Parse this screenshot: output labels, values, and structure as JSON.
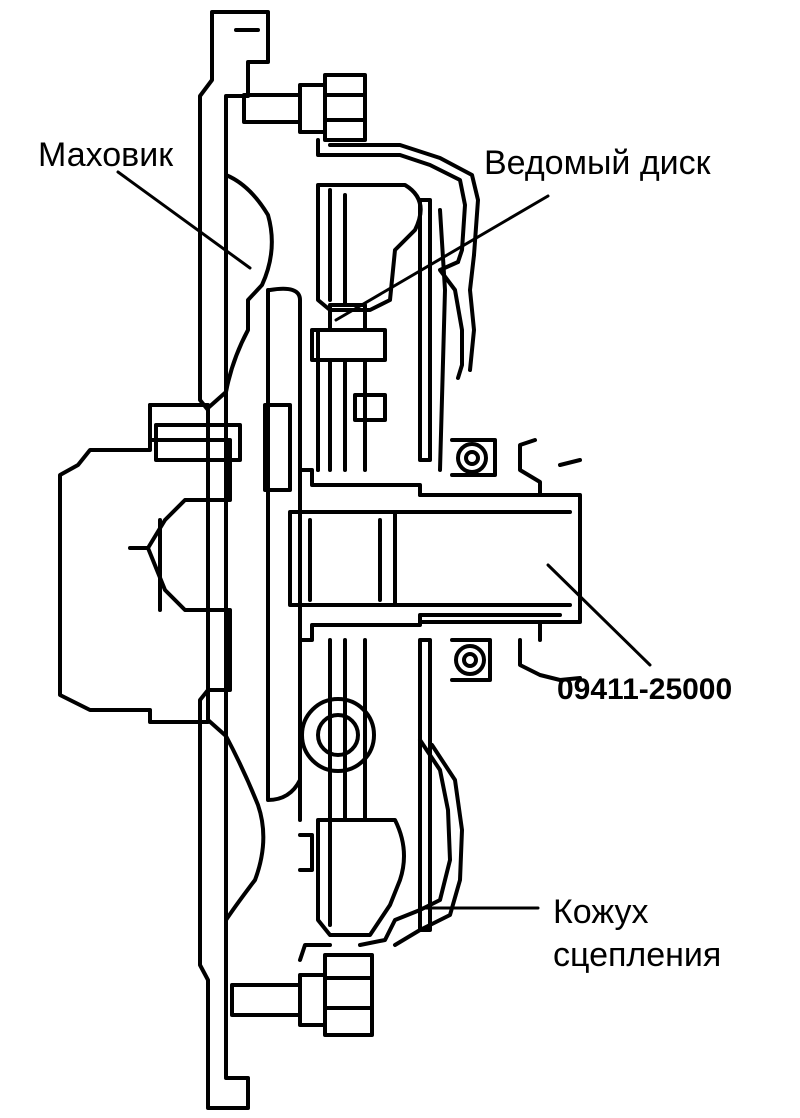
{
  "labels": {
    "flywheel": "Маховик",
    "driven_disc": "Ведомый диск",
    "tool_number": "09411-25000",
    "clutch_cover_line1": "Кожух",
    "clutch_cover_line2": "сцепления"
  },
  "colors": {
    "line": "#000000",
    "background": "#ffffff"
  }
}
